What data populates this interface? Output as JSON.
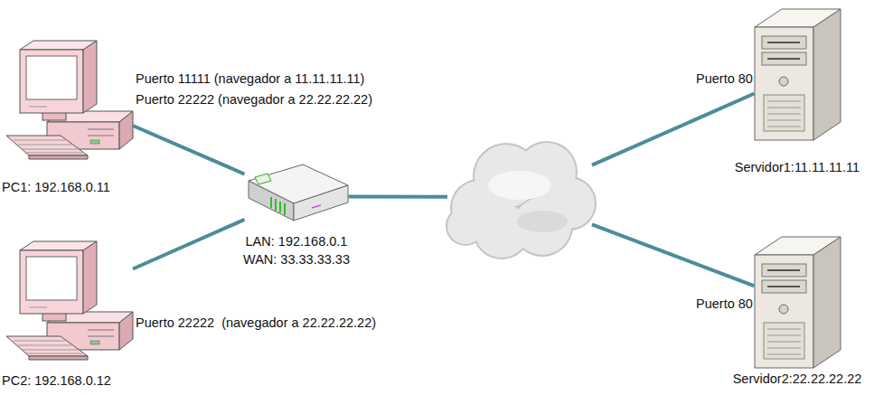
{
  "diagram": {
    "nodes": [
      {
        "text": [
          "PC1: 192.168.0.11"
        ]
      },
      {
        "text": [
          "PC2: 192.168.0.12"
        ]
      },
      {
        "text": [
          "LAN: 192.168.0.1",
          "WAN: 33.33.33.33"
        ]
      },
      {
        "text": []
      },
      {
        "text": [
          "Servidor1:11.11.11.11"
        ]
      },
      {
        "text": [
          "Servidor2:22.22.22.22"
        ]
      }
    ],
    "edges": [
      {
        "from": 0,
        "to": 2,
        "arrow": "none"
      },
      {
        "from": 1,
        "to": 2,
        "arrow": "none"
      },
      {
        "from": 2,
        "to": 3,
        "arrow": "none"
      },
      {
        "from": 3,
        "to": 4,
        "arrow": "none"
      },
      {
        "from": 3,
        "to": 5,
        "arrow": "none"
      }
    ],
    "labels": [
      "Puerto 11111 (navegador a 11.11.11.11)",
      "Puerto 22222 (navegador a 22.22.22.22)",
      "Puerto 22222  (navegador a 22.22.22.22)",
      "Puerto 80",
      "Puerto 80"
    ]
  }
}
